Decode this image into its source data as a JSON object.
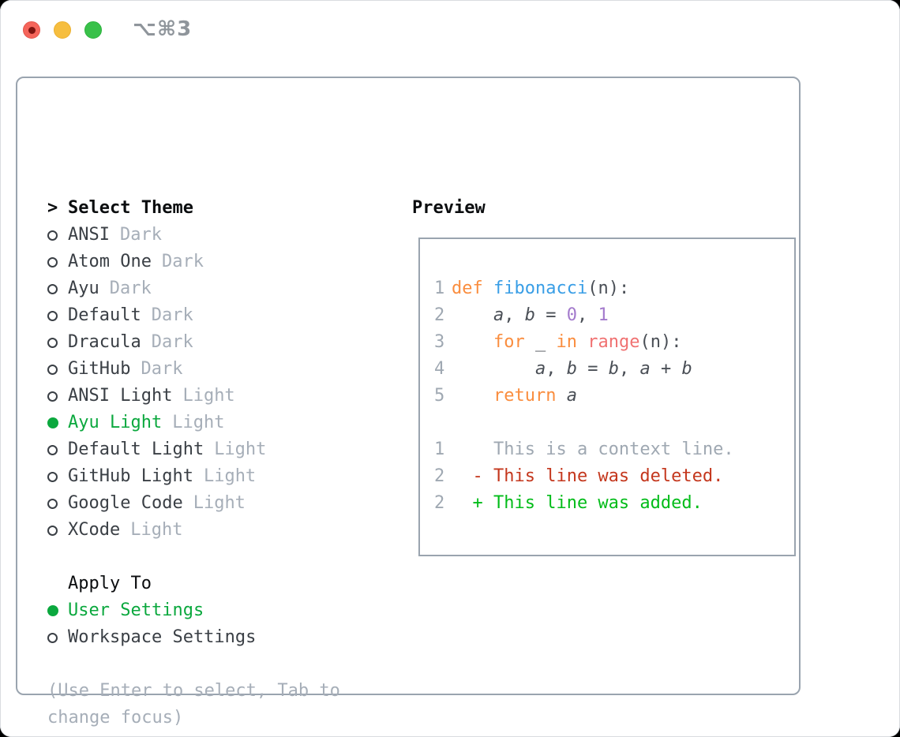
{
  "titlebar": {
    "shortcut": "⌥⌘3"
  },
  "colors": {
    "ui": {
      "traffic_red": "#F5655B",
      "traffic_red_dot": "#7E1410",
      "traffic_yellow": "#F6BE3F",
      "traffic_green": "#39C14A",
      "title_text": "#8F959B",
      "border": "#9AA4AF",
      "header_text": "#0B0D0F",
      "item_text": "#3A3F45",
      "muted": "#A6AEB8",
      "gutter": "#9FA8B2",
      "selection_green": "#0BA83E"
    },
    "syntax": {
      "kw": "#FA8D3E",
      "fn": "#399EE6",
      "num": "#A37ACC",
      "bi": "#F07171",
      "pl": "#4A4F56",
      "var": "#4A4F56",
      "ctx": "#9FA8B2",
      "del": "#C4371D",
      "add": "#02BC19"
    }
  },
  "theme_picker": {
    "prompt": ">",
    "header": "Select Theme",
    "items": [
      {
        "name": "ANSI",
        "variant": "Dark",
        "selected": false
      },
      {
        "name": "Atom One",
        "variant": "Dark",
        "selected": false
      },
      {
        "name": "Ayu",
        "variant": "Dark",
        "selected": false
      },
      {
        "name": "Default",
        "variant": "Dark",
        "selected": false
      },
      {
        "name": "Dracula",
        "variant": "Dark",
        "selected": false
      },
      {
        "name": "GitHub",
        "variant": "Dark",
        "selected": false
      },
      {
        "name": "ANSI Light",
        "variant": "Light",
        "selected": false
      },
      {
        "name": "Ayu Light",
        "variant": "Light",
        "selected": true
      },
      {
        "name": "Default Light",
        "variant": "Light",
        "selected": false
      },
      {
        "name": "GitHub Light",
        "variant": "Light",
        "selected": false
      },
      {
        "name": "Google Code",
        "variant": "Light",
        "selected": false
      },
      {
        "name": "XCode",
        "variant": "Light",
        "selected": false
      }
    ]
  },
  "apply_to": {
    "header": "Apply To",
    "options": [
      {
        "label": "User Settings",
        "selected": true
      },
      {
        "label": "Workspace Settings",
        "selected": false
      }
    ]
  },
  "hint_lines": [
    "(Use Enter to select, Tab to",
    "change focus)"
  ],
  "preview": {
    "header": "Preview",
    "lines": [
      {
        "num": "1",
        "tokens": [
          {
            "t": "def ",
            "s": "kw"
          },
          {
            "t": "fibonacci",
            "s": "fn"
          },
          {
            "t": "(n):",
            "s": "pl"
          }
        ]
      },
      {
        "num": "2",
        "tokens": [
          {
            "t": "    ",
            "s": "pl"
          },
          {
            "t": "a",
            "s": "var"
          },
          {
            "t": ", ",
            "s": "pl"
          },
          {
            "t": "b",
            "s": "var"
          },
          {
            "t": " = ",
            "s": "pl"
          },
          {
            "t": "0",
            "s": "num"
          },
          {
            "t": ", ",
            "s": "pl"
          },
          {
            "t": "1",
            "s": "num"
          }
        ]
      },
      {
        "num": "3",
        "tokens": [
          {
            "t": "    ",
            "s": "pl"
          },
          {
            "t": "for",
            "s": "kw"
          },
          {
            "t": " _ ",
            "s": "pl"
          },
          {
            "t": "in",
            "s": "kw"
          },
          {
            "t": " ",
            "s": "pl"
          },
          {
            "t": "range",
            "s": "bi"
          },
          {
            "t": "(n):",
            "s": "pl"
          }
        ]
      },
      {
        "num": "4",
        "tokens": [
          {
            "t": "        ",
            "s": "pl"
          },
          {
            "t": "a",
            "s": "var"
          },
          {
            "t": ", ",
            "s": "pl"
          },
          {
            "t": "b",
            "s": "var"
          },
          {
            "t": " = ",
            "s": "pl"
          },
          {
            "t": "b",
            "s": "var"
          },
          {
            "t": ", ",
            "s": "pl"
          },
          {
            "t": "a",
            "s": "var"
          },
          {
            "t": " + ",
            "s": "pl"
          },
          {
            "t": "b",
            "s": "var"
          }
        ]
      },
      {
        "num": "5",
        "tokens": [
          {
            "t": "    ",
            "s": "pl"
          },
          {
            "t": "return",
            "s": "kw"
          },
          {
            "t": " ",
            "s": "pl"
          },
          {
            "t": "a",
            "s": "var"
          }
        ]
      },
      {
        "num": "",
        "tokens": []
      },
      {
        "num": "1",
        "tokens": [
          {
            "t": "    This is a context line.",
            "s": "ctx"
          }
        ]
      },
      {
        "num": "2",
        "tokens": [
          {
            "t": "  - This line was deleted.",
            "s": "del"
          }
        ]
      },
      {
        "num": "2",
        "tokens": [
          {
            "t": "  + This line was added.",
            "s": "add"
          }
        ]
      }
    ]
  }
}
